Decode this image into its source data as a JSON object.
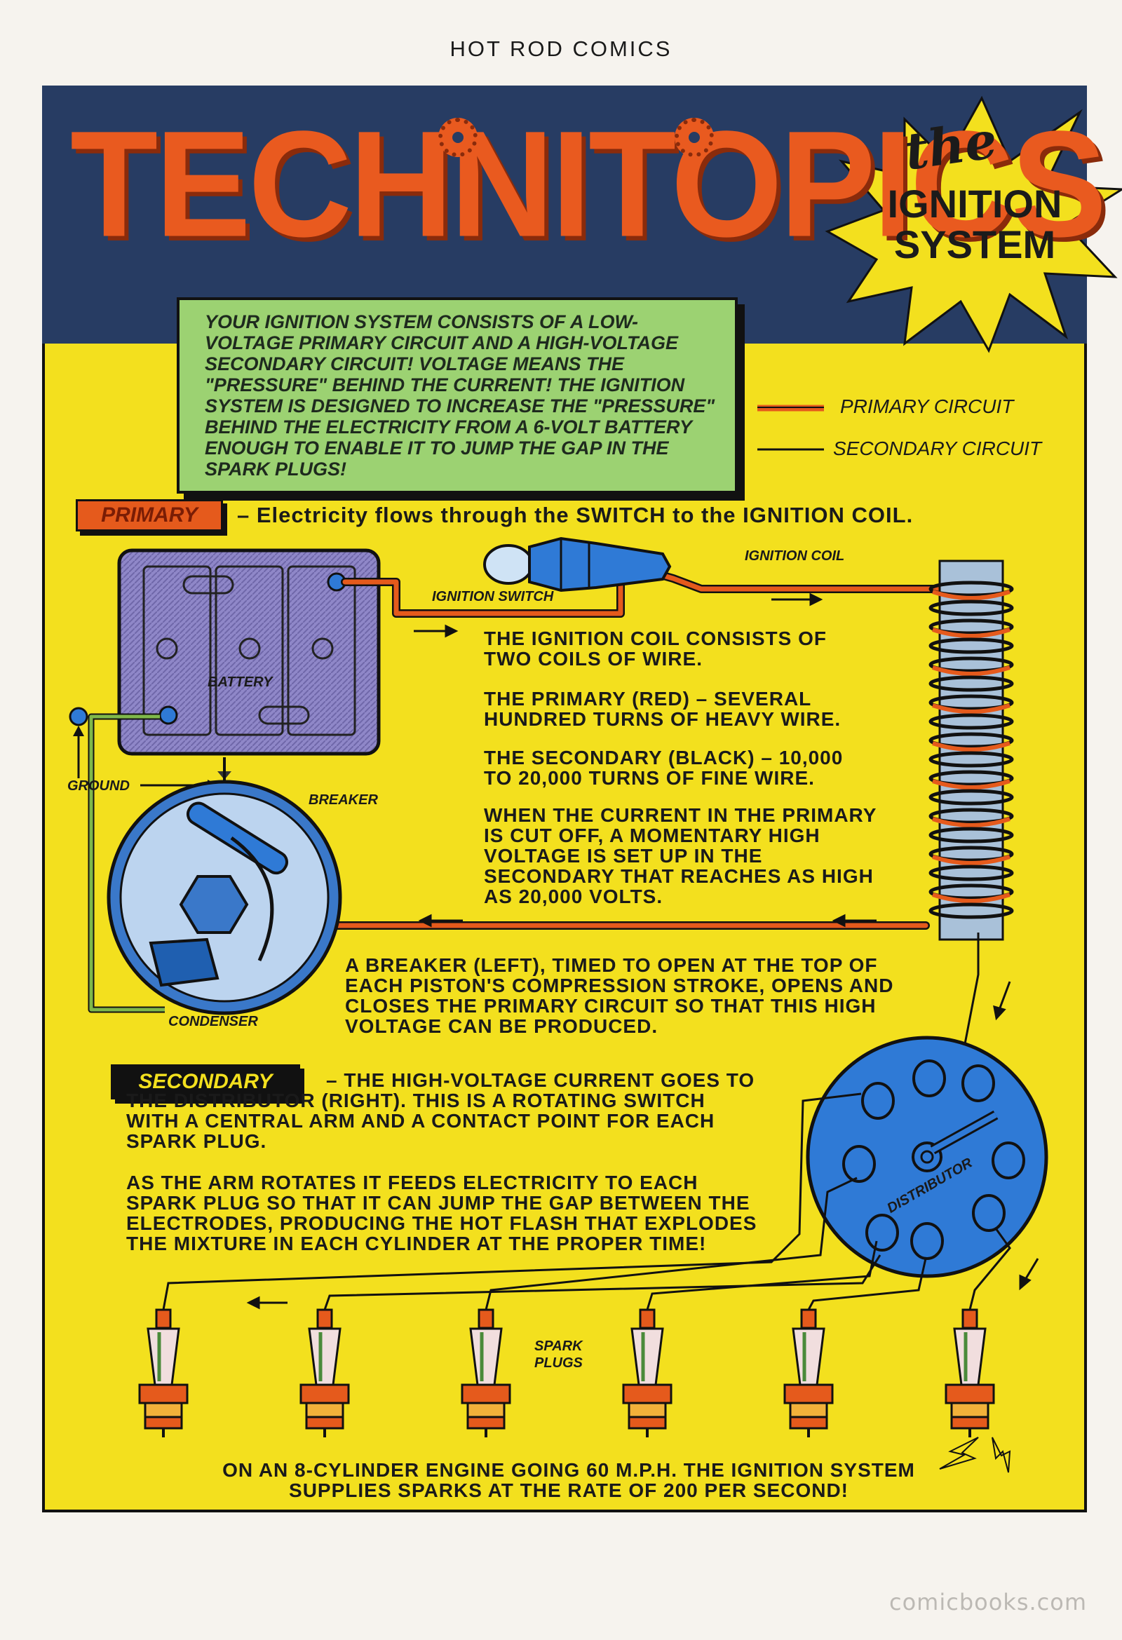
{
  "header": {
    "publication": "HOT ROD COMICS"
  },
  "banner": {
    "title": "TECHNITOPICS",
    "subtitle_the": "the",
    "subtitle": "IGNITION SYSTEM"
  },
  "intro": {
    "text": "Your ignition system consists of a low-voltage primary circuit and a high-voltage secondary circuit! Voltage means the \"pressure\" behind the current! The ignition system is designed to increase the \"pressure\" behind the electricity from a 6-volt battery enough to enable it to jump the gap in the spark plugs!"
  },
  "legend": {
    "primary": {
      "label": "PRIMARY CIRCUIT",
      "color": "#e55a1c"
    },
    "secondary": {
      "label": "SECONDARY CIRCUIT",
      "color": "#1a1a1a"
    }
  },
  "primary_section": {
    "tag": "PRIMARY",
    "heading": "– Electricity flows through the SWITCH to the IGNITION COIL."
  },
  "labels": {
    "ignition_coil": "IGNITION COIL",
    "ignition_switch": "IGNITION SWITCH",
    "battery": "BATTERY",
    "ground": "GROUND",
    "breaker": "BREAKER",
    "condenser": "CONDENSER",
    "distributor": "DISTRIBUTOR",
    "spark_plugs_line1": "SPARK",
    "spark_plugs_line2": "PLUGS"
  },
  "coil_text": {
    "p1": "The ignition coil consists of two coils of wire.",
    "p2": "The PRIMARY (red) – several hundred turns of heavy wire.",
    "p3": "The SECONDARY (black) – 10,000 to 20,000 turns of fine wire.",
    "p4": "When the current in the primary is cut off, a momentary high voltage is set up in the secondary that reaches as high as 20,000 volts."
  },
  "breaker_text": "A BREAKER (left), timed to open at the top of each piston's compression stroke, opens and closes the primary circuit so that this high voltage can be produced.",
  "secondary_section": {
    "tag": "SECONDARY",
    "p1": "– The high-voltage current goes to the DISTRIBUTOR (right). This is a rotating switch with a central arm and a contact point for each SPARK PLUG.",
    "p2": "As the arm rotates it feeds electricity to each SPARK PLUG so that it can jump the gap between the electrodes, producing the hot flash that explodes the mixture in each cylinder at the proper time!"
  },
  "footer_text": "On an 8-cylinder engine going 60 m.p.h. the ignition system supplies sparks at the rate of 200 per second!",
  "watermark": "comicbooks.com",
  "colors": {
    "banner_bg": "#273c63",
    "title_orange": "#e95a1f",
    "board_yellow": "#f3e01e",
    "intro_green": "#9cd272",
    "distributor_blue": "#2f7ad6"
  }
}
